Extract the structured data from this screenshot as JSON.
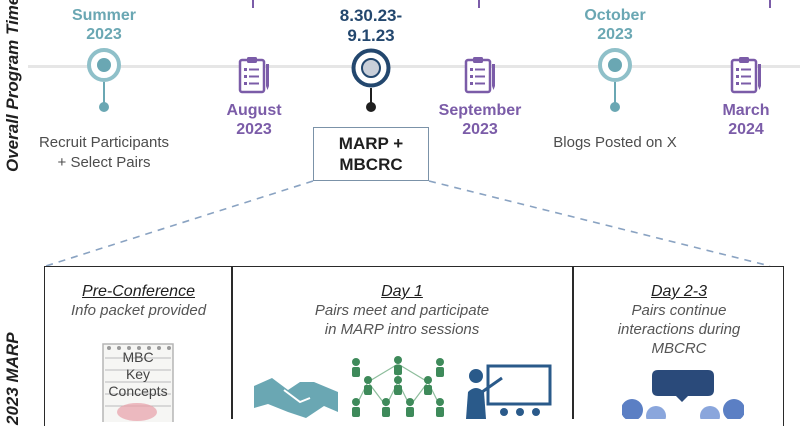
{
  "side_labels": {
    "top": "Overall Program Time",
    "bottom": "2023 MARP"
  },
  "timeline": {
    "summer": {
      "label": "Summer\n2023",
      "desc": "Recruit Participants\n+ Select Pairs"
    },
    "august": {
      "label": "August\n2023"
    },
    "marp": {
      "label": "8.30.23-\n9.1.23",
      "box": "MARP +\nMBCRC"
    },
    "september": {
      "label": "September\n2023"
    },
    "october": {
      "label": "October\n2023",
      "desc": "Blogs Posted on X"
    },
    "march": {
      "label": "March\n2024"
    }
  },
  "panels": [
    {
      "title": "Pre-Conference",
      "subtitle": "Info packet provided",
      "note": "MBC\nKey\nConcepts"
    },
    {
      "title": "Day 1",
      "subtitle": "Pairs meet and participate\nin MARP intro sessions"
    },
    {
      "title": "Day 2-3",
      "subtitle": "Pairs continue\ninteractions during\nMBCRC"
    }
  ],
  "icons": {
    "circle_marker": "target-circle-icon",
    "clipboard": "clipboard-checklist-icon",
    "handshake": "handshake-icon",
    "network": "people-network-icon",
    "presenter": "presenter-icon",
    "chat": "chat-bubbles-icon",
    "notepad": "notepad-icon"
  },
  "colors": {
    "teal": "#6aa7b3",
    "purple": "#7b5ca8",
    "navy": "#23476e",
    "green": "#3e8a5a"
  }
}
